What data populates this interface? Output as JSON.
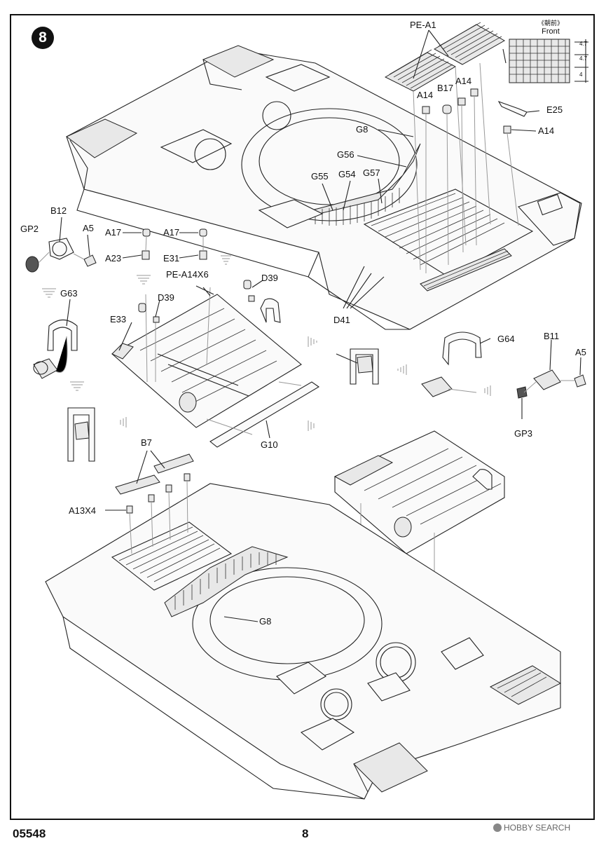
{
  "step": "8",
  "front_note": {
    "cn": "《朝前》",
    "en": "Front"
  },
  "dims": [
    "4.7",
    "4.7",
    "4"
  ],
  "labels": {
    "pe_a1": "PE-A1",
    "a14_1": "A14",
    "a14_2": "A14",
    "a14_3": "A14",
    "b17": "B17",
    "e25": "E25",
    "g8_top": "G8",
    "g56": "G56",
    "g55": "G55",
    "g54": "G54",
    "g57": "G57",
    "gp2": "GP2",
    "b12": "B12",
    "a5_left": "A5",
    "a17_1": "A17",
    "a17_2": "A17",
    "a23": "A23",
    "e31": "E31",
    "pe_a14x6": "PE-A14X6",
    "d39_1": "D39",
    "d39_2": "D39",
    "d41": "D41",
    "g63": "G63",
    "e33": "E33",
    "g64": "G64",
    "b11": "B11",
    "a5_right": "A5",
    "gp3": "GP3",
    "g10": "G10",
    "b7": "B7",
    "a13x4": "A13X4",
    "g8_bottom": "G8"
  },
  "footer": {
    "code": "05548",
    "page": "8"
  },
  "watermark": "HOBBY SEARCH"
}
